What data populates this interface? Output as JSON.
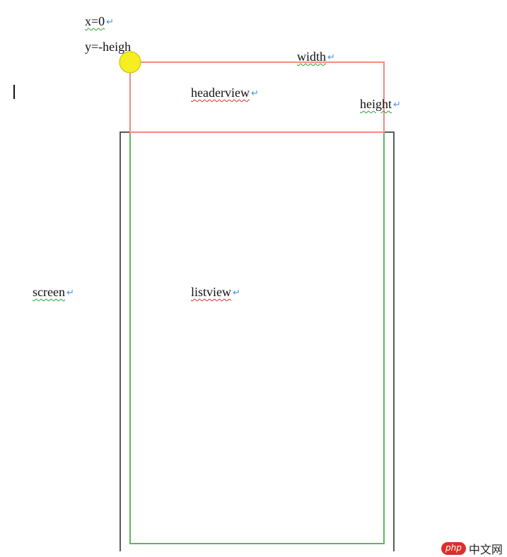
{
  "labels": {
    "x": "x=0",
    "y": "y=-heigh",
    "width": "width",
    "headerview": "headerview",
    "height": "height",
    "screen": "screen",
    "listview": "listview"
  },
  "return_mark": "↵",
  "watermark": {
    "logo": "php",
    "text": "中文网"
  },
  "colors": {
    "headerview_border": "#f28b84",
    "listview_border": "#5cb85c",
    "screen_border": "#5a5a5a",
    "origin_marker": "#f7ee22",
    "return_mark": "#4a90e2"
  }
}
